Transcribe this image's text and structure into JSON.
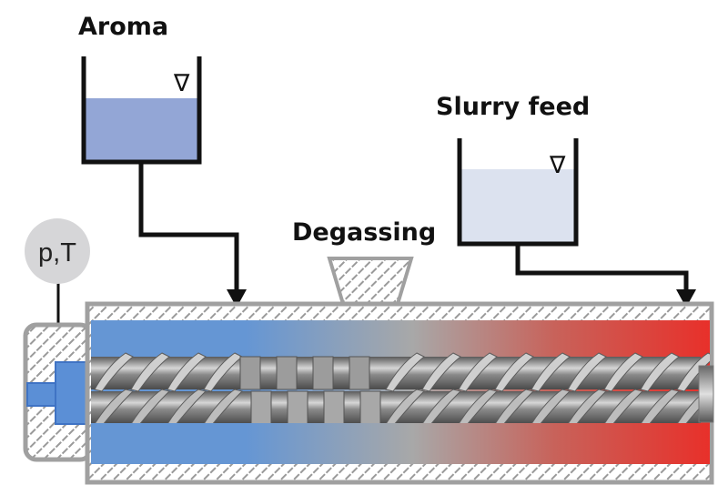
{
  "diagram": {
    "title": "Twin-screw extruder process schematic",
    "labels": {
      "aroma": "Aroma",
      "slurry_feed": "Slurry feed",
      "degassing": "Degassing",
      "sensor": "p,T"
    },
    "tanks": [
      {
        "id": "aroma",
        "label": "Aroma",
        "fill_level": 0.65,
        "liquid_color": "#93a6d6",
        "level_marker": "∇"
      },
      {
        "id": "slurry",
        "label": "Slurry feed",
        "fill_level": 0.75,
        "liquid_color": "#dce2ef",
        "level_marker": "∇"
      }
    ],
    "colors": {
      "barrel_cold": "#6596d4",
      "barrel_mid": "#a8a8a8",
      "barrel_hot": "#e8302a",
      "wall_gray": "#a0a0a0",
      "sensor_fill": "#d6d6d8",
      "die_blue": "#5b8fd6",
      "line_black": "#111111"
    },
    "temperature_gradient": {
      "left": "cold",
      "right": "hot"
    }
  }
}
